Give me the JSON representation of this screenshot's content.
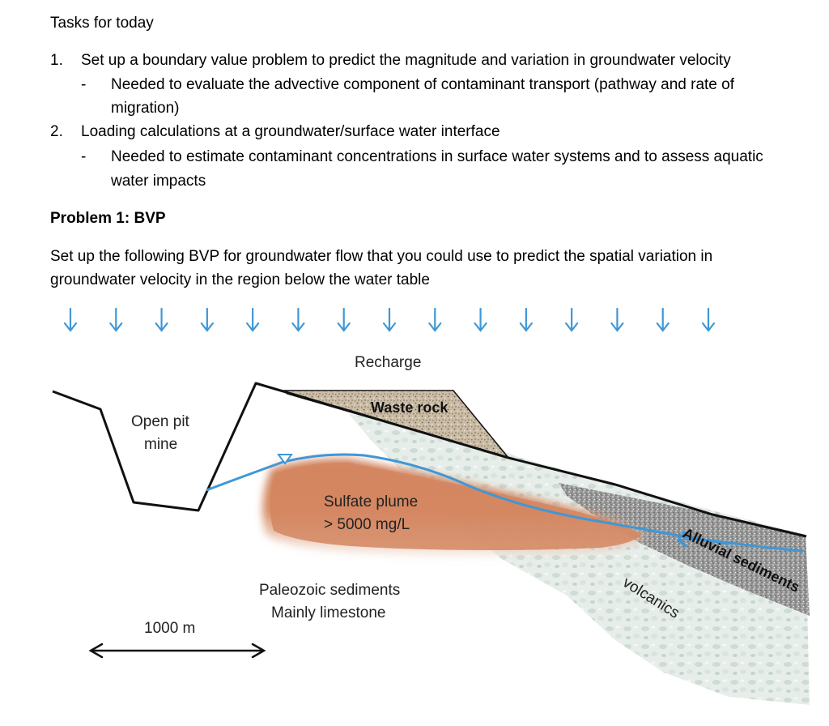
{
  "heading": "Tasks for today",
  "tasks": [
    {
      "number": "1.",
      "text": "Set up a boundary value problem to predict the magnitude and variation in groundwater velocity",
      "sub_dash": "-",
      "sub_line1": "Needed to evaluate the advective component of contaminant transport (pathway and rate of",
      "sub_line2": "migration)"
    },
    {
      "number": "2.",
      "text": "Loading calculations at a groundwater/surface water interface",
      "sub_dash": "-",
      "sub_line1": "Needed to estimate contaminant concentrations in surface water systems and to assess aquatic",
      "sub_line2": "water impacts"
    }
  ],
  "problem_title": "Problem 1: BVP",
  "problem_line1": "Set up the following BVP for groundwater flow that you could use to predict the spatial variation in",
  "problem_line2": "groundwater velocity in the region below the water table",
  "diagram": {
    "recharge_label": "Recharge",
    "recharge_arrow_count": 15,
    "waste_rock_label": "Waste rock",
    "open_pit_line1": "Open pit",
    "open_pit_line2": "mine",
    "plume_line1": "Sulfate plume",
    "plume_line2": "> 5000 mg/L",
    "paleozoic_line1": "Paleozoic sediments",
    "paleozoic_line2": "Mainly limestone",
    "alluvial_label": "Alluvial sediments",
    "volcanics_label": "volcanics",
    "scale_label": "1000 m",
    "colors": {
      "water_blue": "#3f97d6",
      "plume": "#d4875f",
      "waste_rock": "#c9b9a3",
      "alluvial": "#9c9c9c",
      "volcanics": "#dfe8e4"
    }
  }
}
